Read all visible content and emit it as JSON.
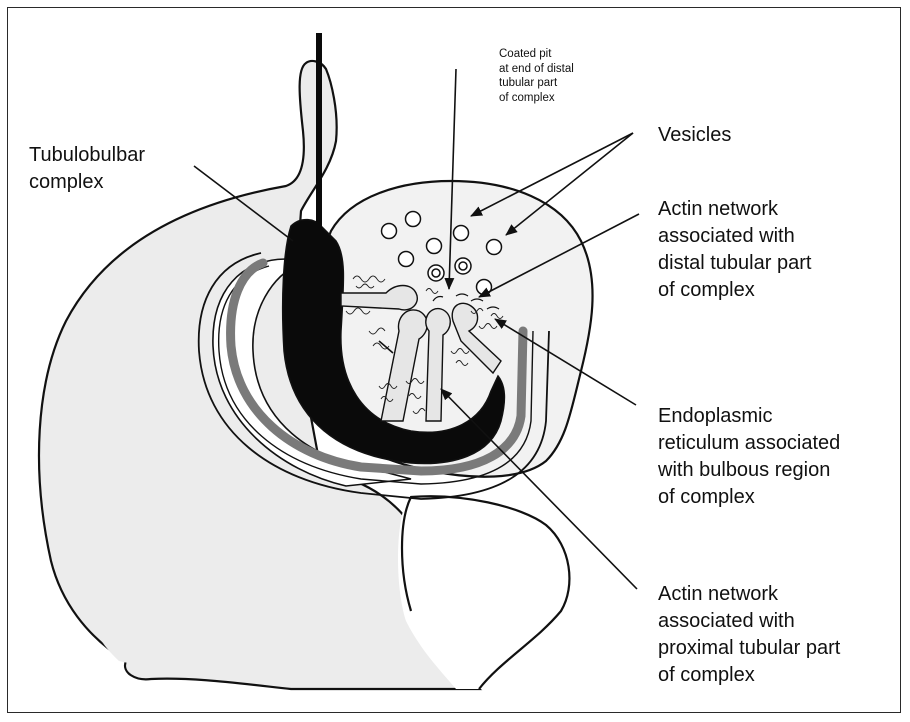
{
  "diagram": {
    "labels": {
      "tubulobulbar_complex": "Tubulobulbar\ncomplex",
      "coated_pit": "Coated pit\nat end of distal\ntubular part\nof complex",
      "vesicles": "Vesicles",
      "actin_distal": "Actin network\nassociated with\ndistal tubular part\nof complex",
      "endoplasmic_reticulum": "Endoplasmic\nreticulum associated\nwith bulbous region\nof complex",
      "actin_proximal": "Actin network\nassociated with\nproximal tubular part\nof complex"
    },
    "colors": {
      "cytoplasm_fill": "#ececec",
      "outline": "#111111",
      "complex_fill": "#0a0a0a",
      "gray_band": "#7a7a7a",
      "background": "#ffffff"
    }
  }
}
